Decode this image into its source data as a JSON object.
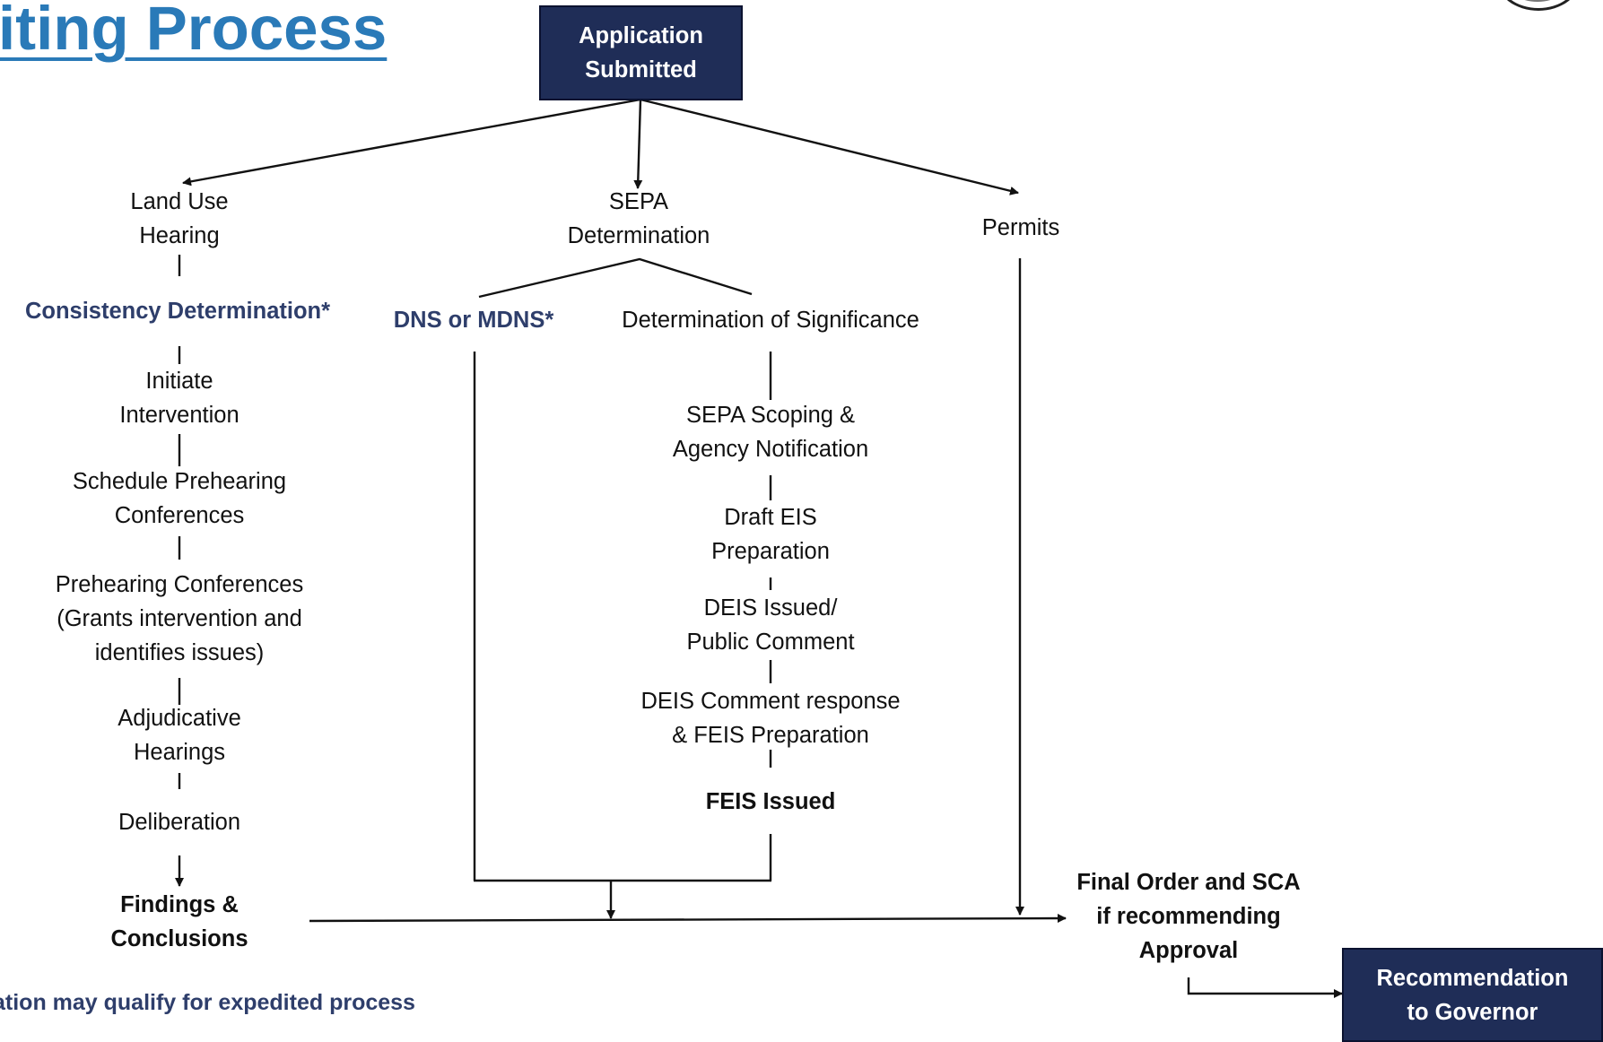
{
  "title": "iting Process",
  "footnote": "ation may qualify for expedited process",
  "nodes": {
    "application_submitted": "Application\nSubmitted",
    "land_use_hearing": "Land Use\nHearing",
    "sepa_determination": "SEPA\nDetermination",
    "permits": "Permits",
    "consistency_determination": "Consistency Determination*",
    "initiate_intervention": "Initiate\nIntervention",
    "schedule_prehearing": "Schedule Prehearing\nConferences",
    "prehearing_conferences": "Prehearing Conferences\n(Grants intervention and\nidentifies issues)",
    "adjudicative_hearings": "Adjudicative\nHearings",
    "deliberation": "Deliberation",
    "findings_conclusions": "Findings &\nConclusions",
    "dns_mdns": "DNS or MDNS*",
    "determination_of_significance": "Determination of Significance",
    "sepa_scoping": "SEPA Scoping &\nAgency Notification",
    "draft_eis": "Draft EIS\nPreparation",
    "deis_issued": "DEIS Issued/\nPublic Comment",
    "deis_comment_response": "DEIS Comment response\n& FEIS Preparation",
    "feis_issued": "FEIS Issued",
    "final_order": "Final Order and SCA\nif recommending\nApproval",
    "recommendation": "Recommendation\nto Governor"
  },
  "colors": {
    "title": "#2a7ab8",
    "box_fill": "#1f2d57",
    "emphasis_text": "#2e3e6b",
    "line": "#111111"
  }
}
